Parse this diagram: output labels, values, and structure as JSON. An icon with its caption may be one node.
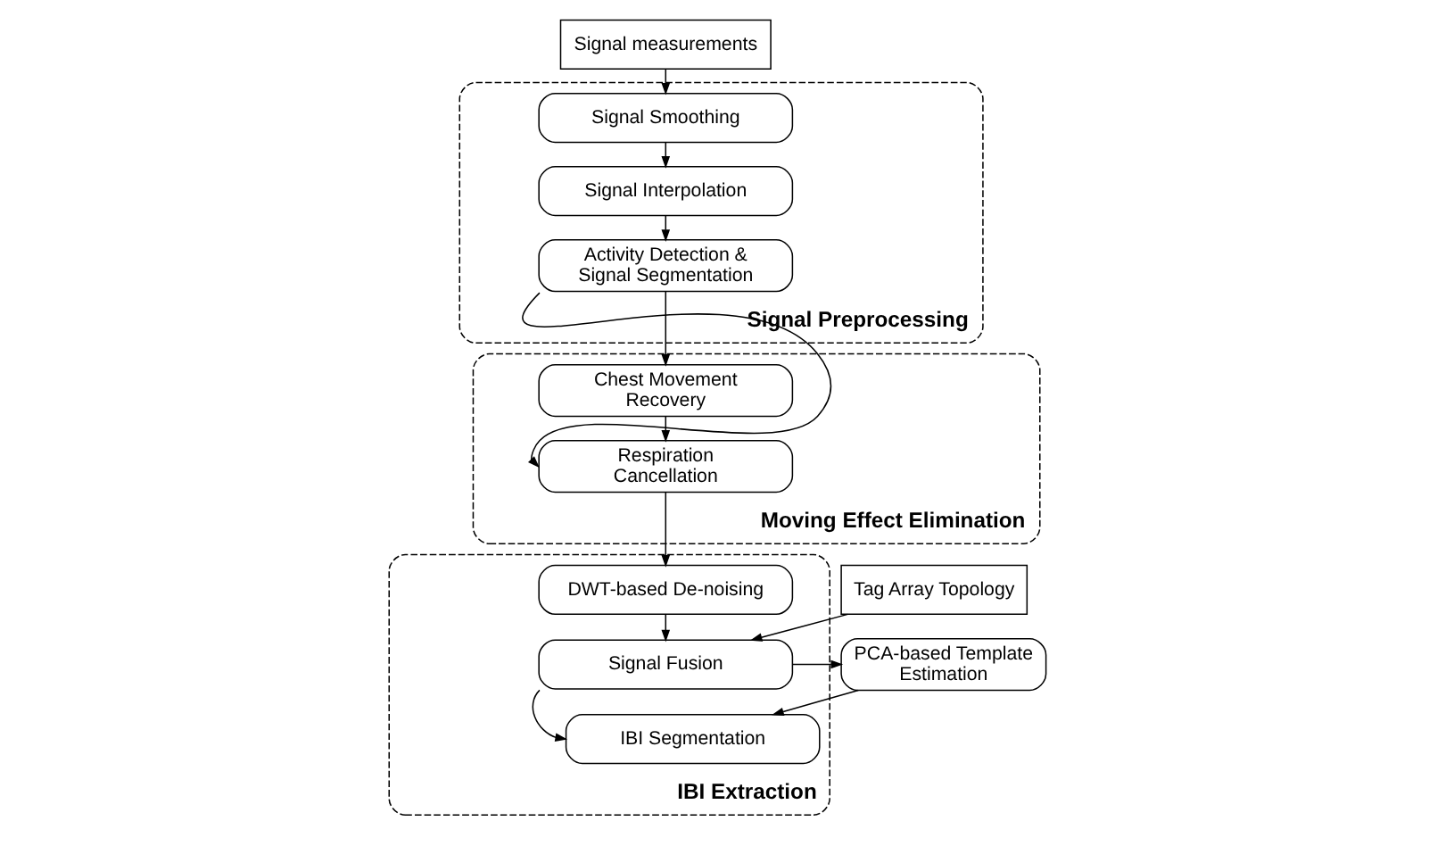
{
  "diagram": {
    "nodes": [
      {
        "text": [
          "Signal measurements"
        ]
      },
      {
        "text": [
          "Signal Preprocessing"
        ]
      },
      {
        "text": [
          "Signal Smoothing"
        ],
        "in": 1
      },
      {
        "text": [
          "Signal Interpolation"
        ],
        "in": 1
      },
      {
        "text": [
          "Activity Detection & Signal Segmentation"
        ],
        "in": 1
      },
      {
        "text": [
          "Moving Effect Elimination"
        ]
      },
      {
        "text": [
          "Chest Movement Recovery"
        ],
        "in": 5
      },
      {
        "text": [
          "Respiration Cancellation"
        ],
        "in": 5
      },
      {
        "text": [
          "IBI Extraction"
        ]
      },
      {
        "text": [
          "DWT-based De-noising"
        ],
        "in": 8
      },
      {
        "text": [
          "Signal Fusion"
        ],
        "in": 8
      },
      {
        "text": [
          "IBI Segmentation"
        ],
        "in": 8
      },
      {
        "text": [
          "Tag Array Topology"
        ]
      },
      {
        "text": [
          "PCA-based Template Estimation"
        ]
      }
    ],
    "edges": [
      {
        "from": 0,
        "to": 2,
        "arrow": "to"
      },
      {
        "from": 2,
        "to": 3,
        "arrow": "to"
      },
      {
        "from": 3,
        "to": 4,
        "arrow": "to"
      },
      {
        "from": 4,
        "to": 6,
        "arrow": "to"
      },
      {
        "from": 4,
        "to": 7,
        "arrow": "to"
      },
      {
        "from": 6,
        "to": 7,
        "arrow": "to"
      },
      {
        "from": 7,
        "to": 9,
        "arrow": "to"
      },
      {
        "from": 9,
        "to": 10,
        "arrow": "to"
      },
      {
        "from": 12,
        "to": 10,
        "arrow": "to"
      },
      {
        "from": 10,
        "to": 13,
        "arrow": "to"
      },
      {
        "from": 13,
        "to": 11,
        "arrow": "to"
      },
      {
        "from": 10,
        "to": 11,
        "arrow": "to"
      }
    ]
  }
}
